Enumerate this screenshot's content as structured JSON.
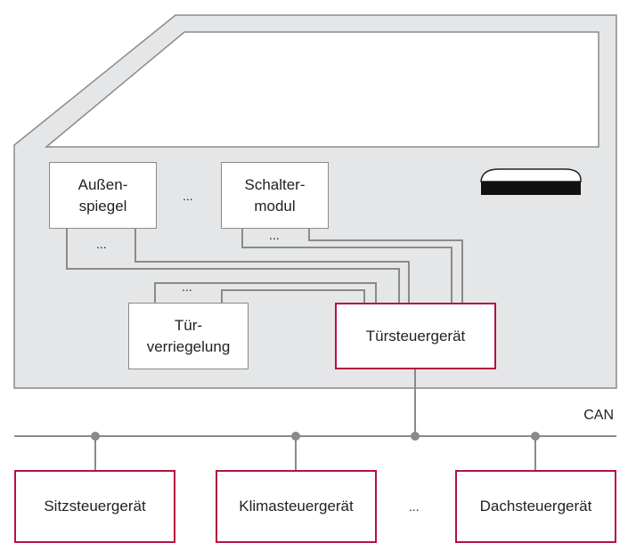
{
  "door": {
    "modules": {
      "aussenspiegel": {
        "line1": "Außen-",
        "line2": "spiegel"
      },
      "schaltermodul": {
        "line1": "Schalter-",
        "line2": "modul"
      },
      "tuerverriegelung": {
        "line1": "Tür-",
        "line2": "verriegelung"
      },
      "tuersteuergeraet": {
        "label": "Türsteuergerät"
      }
    },
    "ellipsis": {
      "between_top_modules": "...",
      "under_aussenspiegel": "...",
      "under_schaltermodul": "...",
      "above_tuerverriegelung": "..."
    }
  },
  "bus": {
    "label": "CAN",
    "devices": [
      {
        "label": "Sitzsteuergerät"
      },
      {
        "label": "Klimasteuergerät"
      },
      {
        "label": "Dachsteuergerät"
      }
    ],
    "ellipsis": "..."
  },
  "colors": {
    "door_fill": "#e5e6e7",
    "door_outline": "#8a8a8a",
    "wire": "#8a8a8a",
    "ecu_border": "#b5123e",
    "handle_dark": "#111111"
  }
}
